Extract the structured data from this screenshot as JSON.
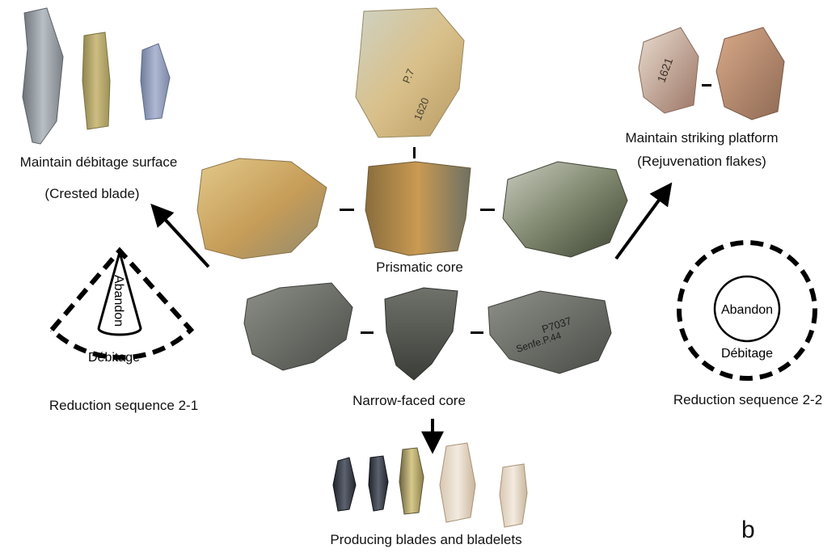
{
  "labels": {
    "prismatic_core": "Prismatic core",
    "narrow_faced_core": "Narrow-faced core",
    "maintain_debitage_surface": "Maintain débitage surface",
    "crested_blade": "(Crested blade)",
    "maintain_striking_platform": "Maintain striking platform",
    "rejuvenation_flakes": "(Rejuvenation flakes)",
    "reduction_seq_1": "Reduction sequence 2-1",
    "reduction_seq_2": "Reduction sequence 2-2",
    "producing_blades": "Producing blades and bladelets",
    "panel_letter": "b"
  },
  "diagram_1": {
    "inner": "Abandon",
    "outer": "Débitage"
  },
  "diagram_2": {
    "inner": "Abandon",
    "outer": "Débitage"
  },
  "artifact_marks": {
    "top_core": "P.7\n1620",
    "right_core": "P7037\nSenfe.P.44",
    "flake": "1621"
  },
  "colors": {
    "ochre_core": "#c8a25e",
    "grey_green_core": "#8a9077",
    "dark_core": "#54584f",
    "slate_core": "#6a6b66",
    "flake_pink": "#c69a86",
    "blade_tan": "#b9a46a",
    "blade_blue": "#8b97b5"
  }
}
